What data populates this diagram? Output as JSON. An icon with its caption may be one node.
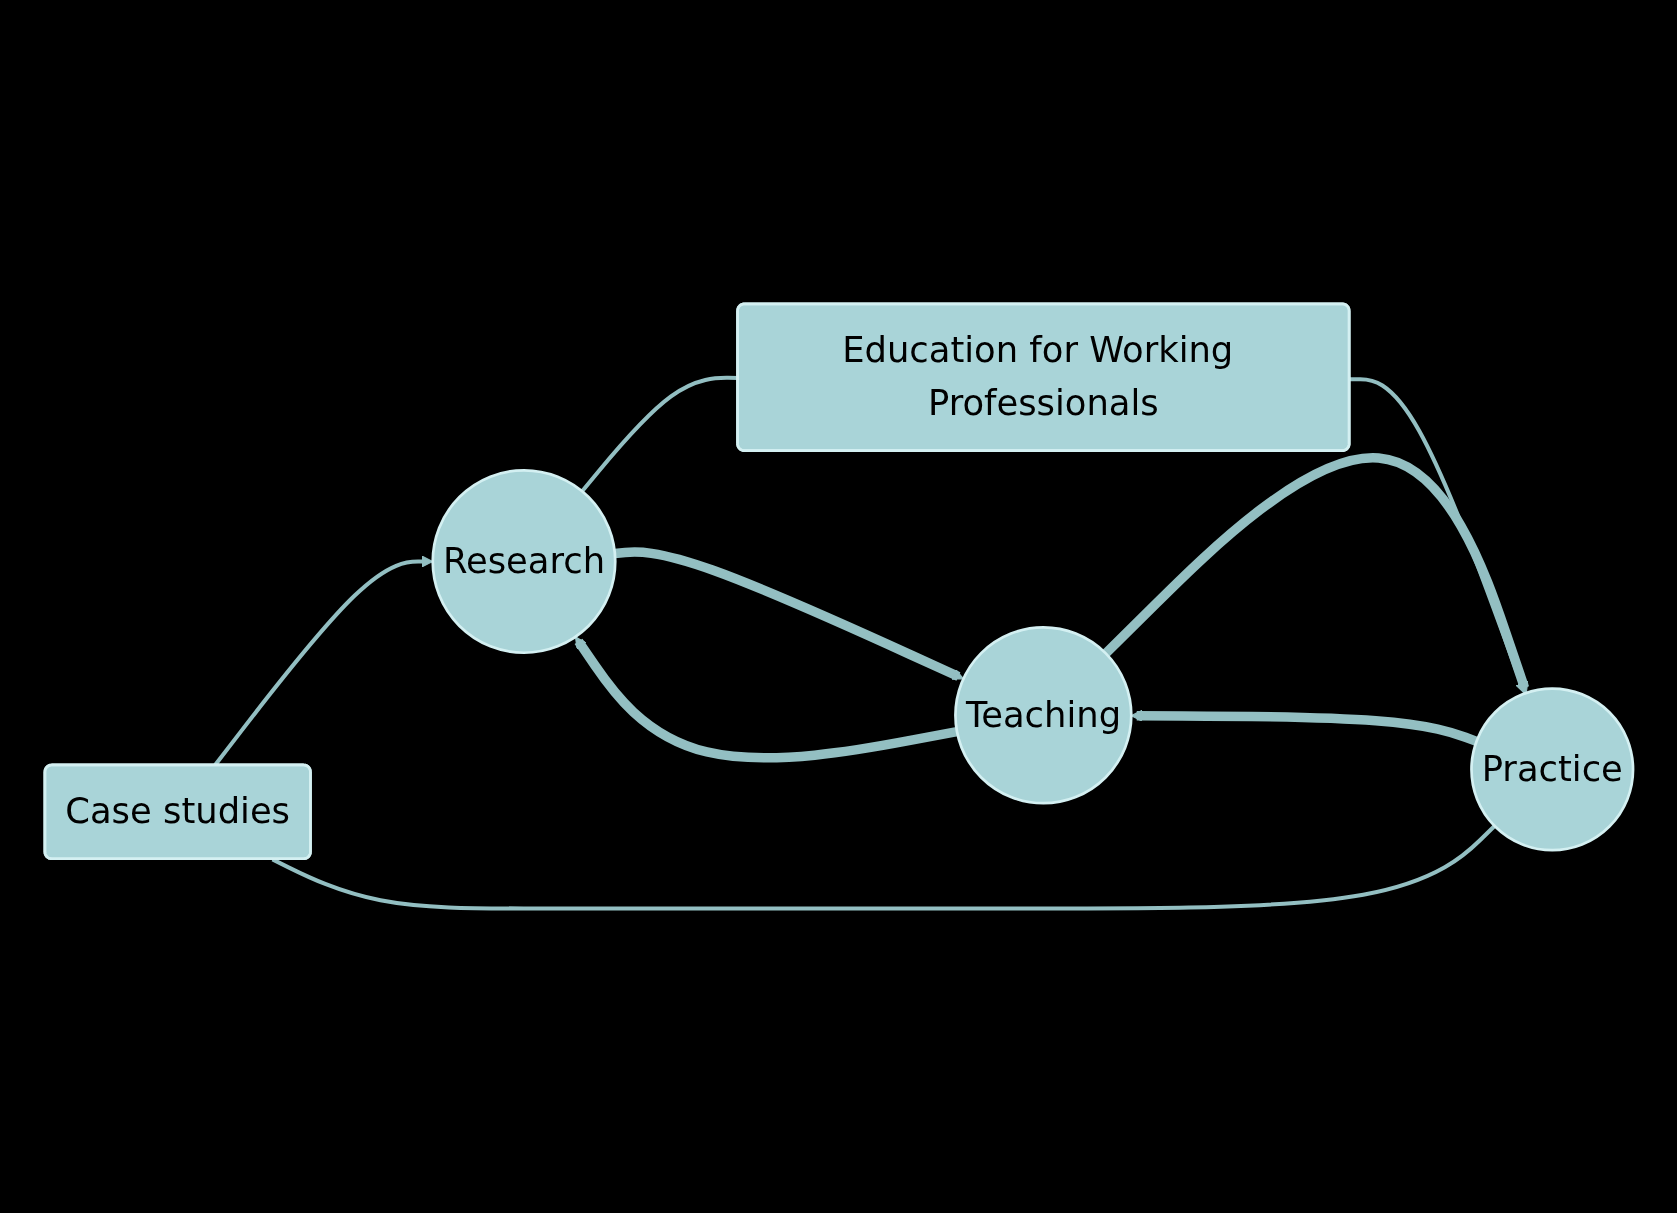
{
  "diagram": {
    "nodes": [
      {
        "text": [
          "Case studies"
        ]
      },
      {
        "text": [
          "Research"
        ]
      },
      {
        "text": [
          "Teaching"
        ]
      },
      {
        "text": [
          "Practice"
        ]
      },
      {
        "text": [
          "Education for Working Professionals"
        ]
      }
    ],
    "edges": [
      {
        "from": 1,
        "to": 2,
        "arrow": "to",
        "style": "thick"
      },
      {
        "from": 2,
        "to": 3,
        "arrow": "to",
        "style": "thick"
      },
      {
        "from": 2,
        "to": 1,
        "arrow": "to",
        "style": "thick"
      },
      {
        "from": 3,
        "to": 2,
        "arrow": "to",
        "style": "thick"
      },
      {
        "from": 0,
        "to": 1,
        "arrow": "to"
      },
      {
        "from": 3,
        "to": 0,
        "arrow": "none"
      },
      {
        "from": 1,
        "to": 4,
        "arrow": "none"
      },
      {
        "from": 4,
        "to": 3,
        "arrow": "to"
      }
    ]
  }
}
